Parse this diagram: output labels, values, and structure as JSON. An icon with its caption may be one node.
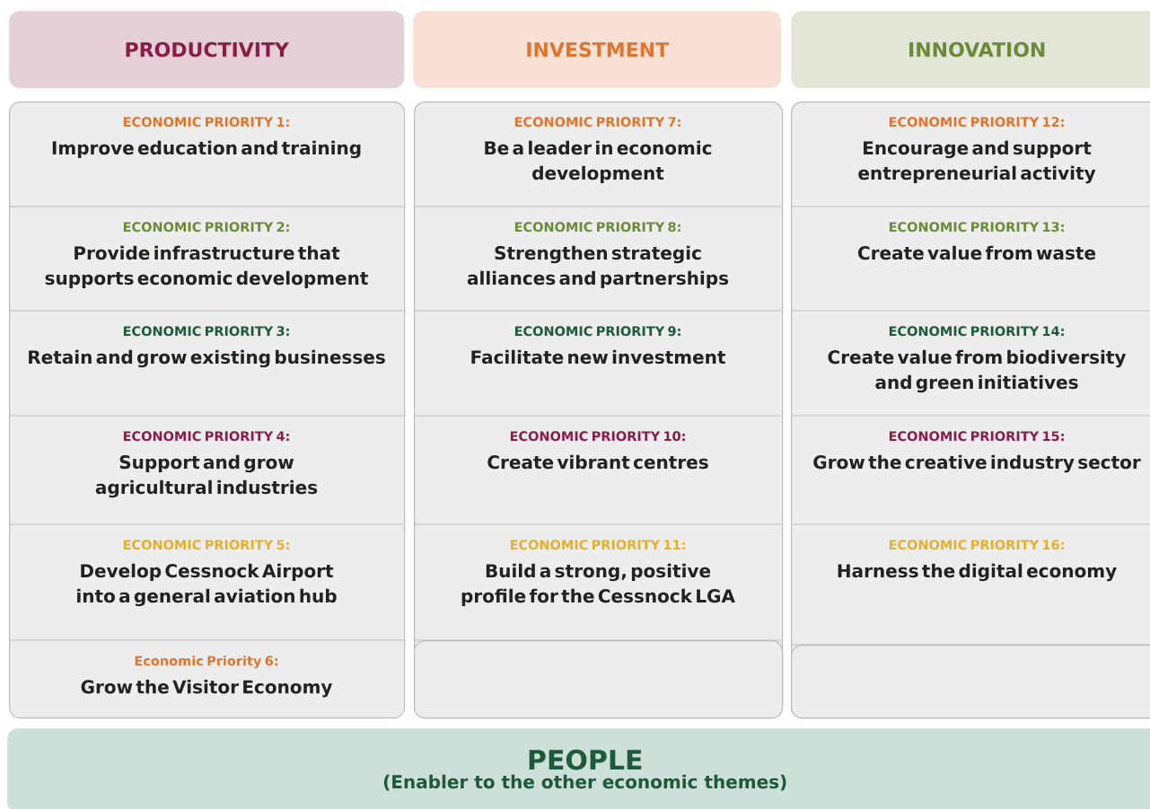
{
  "diagram": {
    "nodes": [
      {
        "text": [
          "PRODUCTIVITY"
        ]
      },
      {
        "text": [
          "INVESTMENT"
        ]
      },
      {
        "text": [
          "INNOVATION"
        ]
      },
      {
        "text": [],
        "shape": "box"
      },
      {
        "text": [
          "ECONOMIC PRIORITY 1:",
          "Improve education and training"
        ],
        "in": 3
      },
      {
        "text": [
          "ECONOMIC PRIORITY 2:",
          "Provide infrastructure that supports economic development"
        ],
        "in": 3
      },
      {
        "text": [
          "ECONOMIC PRIORITY 3:",
          "Retain and grow existing businesses"
        ],
        "in": 3
      },
      {
        "text": [
          "ECONOMIC PRIORITY 4:",
          "Support and grow agricultural industries"
        ],
        "in": 3
      },
      {
        "text": [
          "ECONOMIC PRIORITY 5:",
          "Develop Cessnock Airport into a general aviation hub"
        ],
        "in": 3
      },
      {
        "text": [
          "Economic Priority 6:",
          "Grow the Visitor Economy"
        ],
        "in": 3
      },
      {
        "text": [],
        "shape": "box"
      },
      {
        "text": [
          "ECONOMIC PRIORITY 7:",
          "Be a leader in economic development"
        ],
        "in": 10
      },
      {
        "text": [
          "ECONOMIC PRIORITY 8:",
          "Strengthen strategic alliances and partnerships"
        ],
        "in": 10
      },
      {
        "text": [
          "ECONOMIC PRIORITY 9:",
          "Facilitate new investment"
        ],
        "in": 10
      },
      {
        "text": [
          "ECONOMIC PRIORITY 10:",
          "Create vibrant centres"
        ],
        "in": 10
      },
      {
        "text": [
          "ECONOMIC PRIORITY 11:",
          "Build a strong, positive profile for the Cessnock LGA"
        ],
        "in": 10
      },
      {
        "text": [],
        "shape": "box",
        "in": 10
      },
      {
        "text": [],
        "shape": "box"
      },
      {
        "text": [
          "ECONOMIC PRIORITY 12:",
          "Encourage and support entrepreneurial activity"
        ],
        "in": 17
      },
      {
        "text": [
          "ECONOMIC PRIORITY 13:",
          "Create value from waste"
        ],
        "in": 17
      },
      {
        "text": [
          "ECONOMIC PRIORITY 14:",
          "Create value from biodiversity and green initiatives"
        ],
        "in": 17
      },
      {
        "text": [
          "ECONOMIC PRIORITY 15:",
          "Grow the creative industry sector"
        ],
        "in": 17
      },
      {
        "text": [
          "ECONOMIC PRIORITY 16:",
          "Harness the digital economy"
        ],
        "in": 17
      },
      {
        "text": [],
        "shape": "box",
        "in": 17
      },
      {
        "text": [
          "PEOPLE",
          "(Enabler to the other economic themes)"
        ]
      }
    ]
  }
}
